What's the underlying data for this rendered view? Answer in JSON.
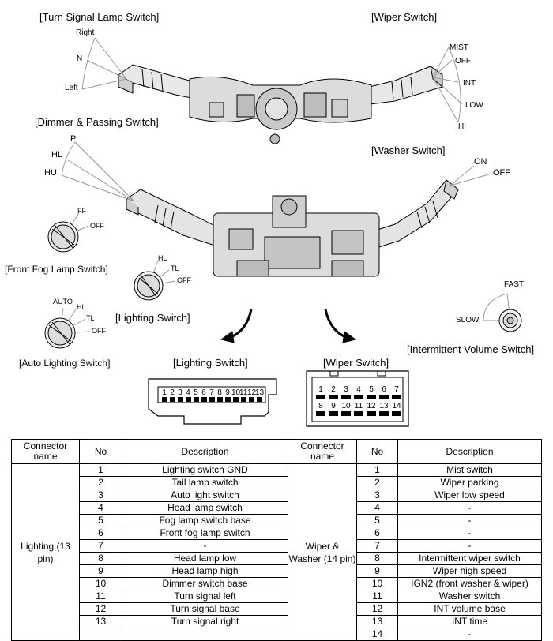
{
  "titles": {
    "turn_signal": "[Turn Signal Lamp Switch]",
    "wiper_switch": "[Wiper Switch]",
    "dimmer": "[Dimmer & Passing Switch]",
    "washer": "[Washer Switch]",
    "front_fog": "[Front Fog Lamp Switch]",
    "lighting": "[Lighting Switch]",
    "auto_lighting": "[Auto Lighting Switch]",
    "intermittent": "[Intermittent Volume Switch]",
    "lighting_connector": "[Lighting Switch]",
    "wiper_connector": "[Wiper Switch]"
  },
  "positions": {
    "turn": [
      "Right",
      "N",
      "Left"
    ],
    "wiper": [
      "MIST",
      "OFF",
      "INT",
      "LOW",
      "HI"
    ],
    "dimmer": [
      "P",
      "HL",
      "HU"
    ],
    "washer": [
      "ON",
      "OFF"
    ],
    "fog": [
      "FF",
      "OFF"
    ],
    "lighting": [
      "HL",
      "TL",
      "OFF"
    ],
    "auto": [
      "AUTO",
      "HL",
      "TL",
      "OFF"
    ],
    "volume": [
      "FAST",
      "SLOW"
    ]
  },
  "lighting_pins": [
    "1",
    "2",
    "3",
    "4",
    "5",
    "6",
    "7",
    "8",
    "9",
    "10",
    "11",
    "12",
    "13"
  ],
  "wiper_pins_top": [
    "1",
    "2",
    "3",
    "4",
    "5",
    "6",
    "7"
  ],
  "wiper_pins_bottom": [
    "8",
    "9",
    "10",
    "11",
    "12",
    "13",
    "14"
  ],
  "table": {
    "headers": [
      "Connector name",
      "No",
      "Description",
      "Connector name",
      "No",
      "Description"
    ],
    "lighting_connector": "Lighting (13 pin)",
    "wiper_connector": "Wiper & Washer (14 pin)",
    "lighting_rows": [
      {
        "no": "1",
        "desc": "Lighting switch GND"
      },
      {
        "no": "2",
        "desc": "Tail lamp switch"
      },
      {
        "no": "3",
        "desc": "Auto light switch"
      },
      {
        "no": "4",
        "desc": "Head lamp switch"
      },
      {
        "no": "5",
        "desc": "Fog lamp switch base"
      },
      {
        "no": "6",
        "desc": "Front fog lamp switch"
      },
      {
        "no": "7",
        "desc": "-"
      },
      {
        "no": "8",
        "desc": "Head lamp low"
      },
      {
        "no": "9",
        "desc": "Head lamp high"
      },
      {
        "no": "10",
        "desc": "Dimmer switch base"
      },
      {
        "no": "11",
        "desc": "Turn signal left"
      },
      {
        "no": "12",
        "desc": "Turn signal base"
      },
      {
        "no": "13",
        "desc": "Turn signal right"
      },
      {
        "no": "",
        "desc": ""
      }
    ],
    "wiper_rows": [
      {
        "no": "1",
        "desc": "Mist switch"
      },
      {
        "no": "2",
        "desc": "Wiper parking"
      },
      {
        "no": "3",
        "desc": "Wiper low speed"
      },
      {
        "no": "4",
        "desc": "-"
      },
      {
        "no": "5",
        "desc": "-"
      },
      {
        "no": "6",
        "desc": "-"
      },
      {
        "no": "7",
        "desc": "-"
      },
      {
        "no": "8",
        "desc": "Intermittent wiper switch"
      },
      {
        "no": "9",
        "desc": "Wiper high speed"
      },
      {
        "no": "10",
        "desc": "IGN2 (front washer & wiper)"
      },
      {
        "no": "11",
        "desc": "Washer switch"
      },
      {
        "no": "12",
        "desc": "INT volume base"
      },
      {
        "no": "13",
        "desc": "INT time"
      },
      {
        "no": "14",
        "desc": "-"
      }
    ]
  }
}
